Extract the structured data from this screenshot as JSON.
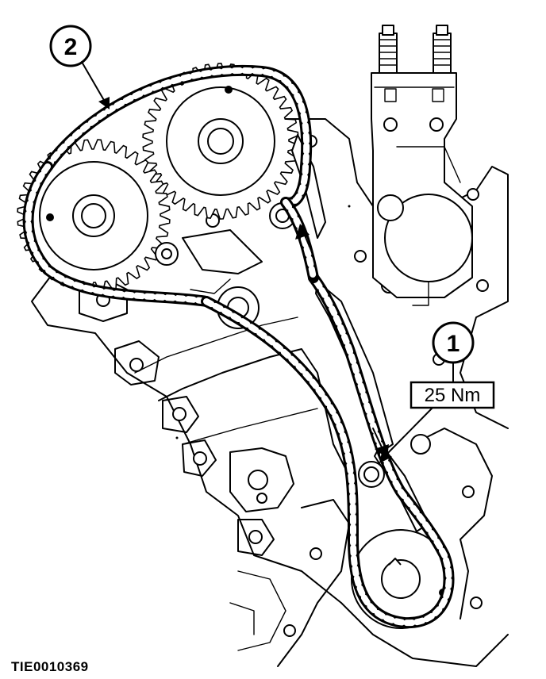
{
  "figure": {
    "id_label": "TIE0010369"
  },
  "callouts": [
    {
      "number": "1",
      "target": "lower-timing-chain-tensioner-guide-bolt"
    },
    {
      "number": "2",
      "target": "upper-timing-chain"
    }
  ],
  "torque_label": "25 Nm",
  "colors": {
    "line": "#000000",
    "background": "#ffffff"
  }
}
